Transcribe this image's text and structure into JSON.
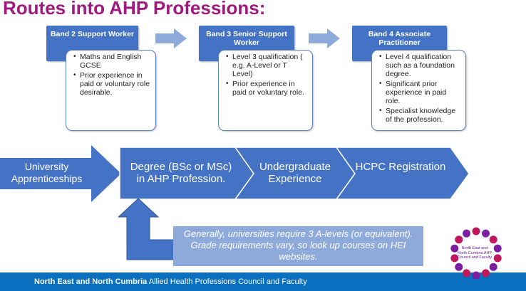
{
  "title": "Routes into AHP Professions:",
  "bands": [
    {
      "heading": "Band 2 Support Worker",
      "items": [
        "Maths and English GCSE",
        "Prior experience in paid or voluntary role desirable."
      ]
    },
    {
      "heading": "Band 3 Senior Support Worker",
      "items": [
        "Level 3 qualification ( e.g. A-Level or T Level)",
        "Prior experience in paid or voluntary role."
      ]
    },
    {
      "heading": "Band 4 Associate Practitioner",
      "items": [
        "Level 4 qualification such as a foundation degree.",
        "Significant prior experience in paid role.",
        "Specialist knowledge of the profession."
      ]
    }
  ],
  "pathway": [
    "University Apprenticeships",
    "Degree (BSc or MSc) in AHP Profession.",
    "Undergraduate Experience",
    "HCPC Registration"
  ],
  "note": "Generally, universities require 3 A-levels (or equivalent). Grade requirements vary, so look up courses on HEI websites.",
  "footer": {
    "bold": "North East and North Cumbria",
    "rest": " Allied Health Professions Council and Faculty"
  },
  "logo_text": "North East and North Cumbria AHP Council and Faculty",
  "colors": {
    "title": "#a0197f",
    "band_blue": "#4472c4",
    "light_arrow": "#8eaadb",
    "footer": "#0b6fc0",
    "logo_dots": "#c2185b"
  }
}
